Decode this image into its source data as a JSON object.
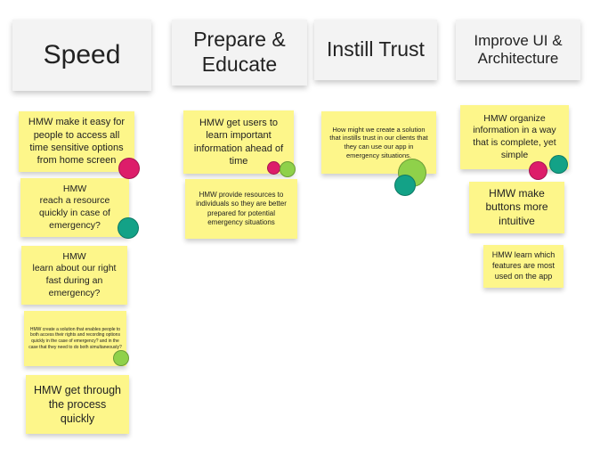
{
  "colors": {
    "sticky": "#fdf68a",
    "header": "#f3f3f3",
    "dot_red": "#dd1d6a",
    "dot_teal": "#13a287",
    "dot_green": "#8fd14a"
  },
  "columns": [
    {
      "header": "Speed",
      "notes": [
        "HMW make it easy for people to access all time sensitive options from home screen",
        "HMW\nreach a resource quickly in case of emergency?",
        "HMW\nlearn about our right fast during an emergency?",
        "HMW create a solution that enables people to both access their rights and recording options quickly in the case of emergency? and in the case that they need to do both simultaneously?",
        "HMW get through the process quickly"
      ]
    },
    {
      "header": "Prepare & Educate",
      "notes": [
        "HMW get users to learn important information ahead of time",
        "HMW provide resources to individuals so they are better prepared for potential emergency situations"
      ]
    },
    {
      "header": "Instill Trust",
      "notes": [
        "How might we create a solution that instills trust in our clients that they can use our app in emergency situations."
      ]
    },
    {
      "header": "Improve UI & Architecture",
      "notes": [
        "HMW organize information in a way that is complete, yet simple",
        "HMW make buttons more intuitive",
        "HMW learn which features are most used on the app"
      ]
    }
  ]
}
